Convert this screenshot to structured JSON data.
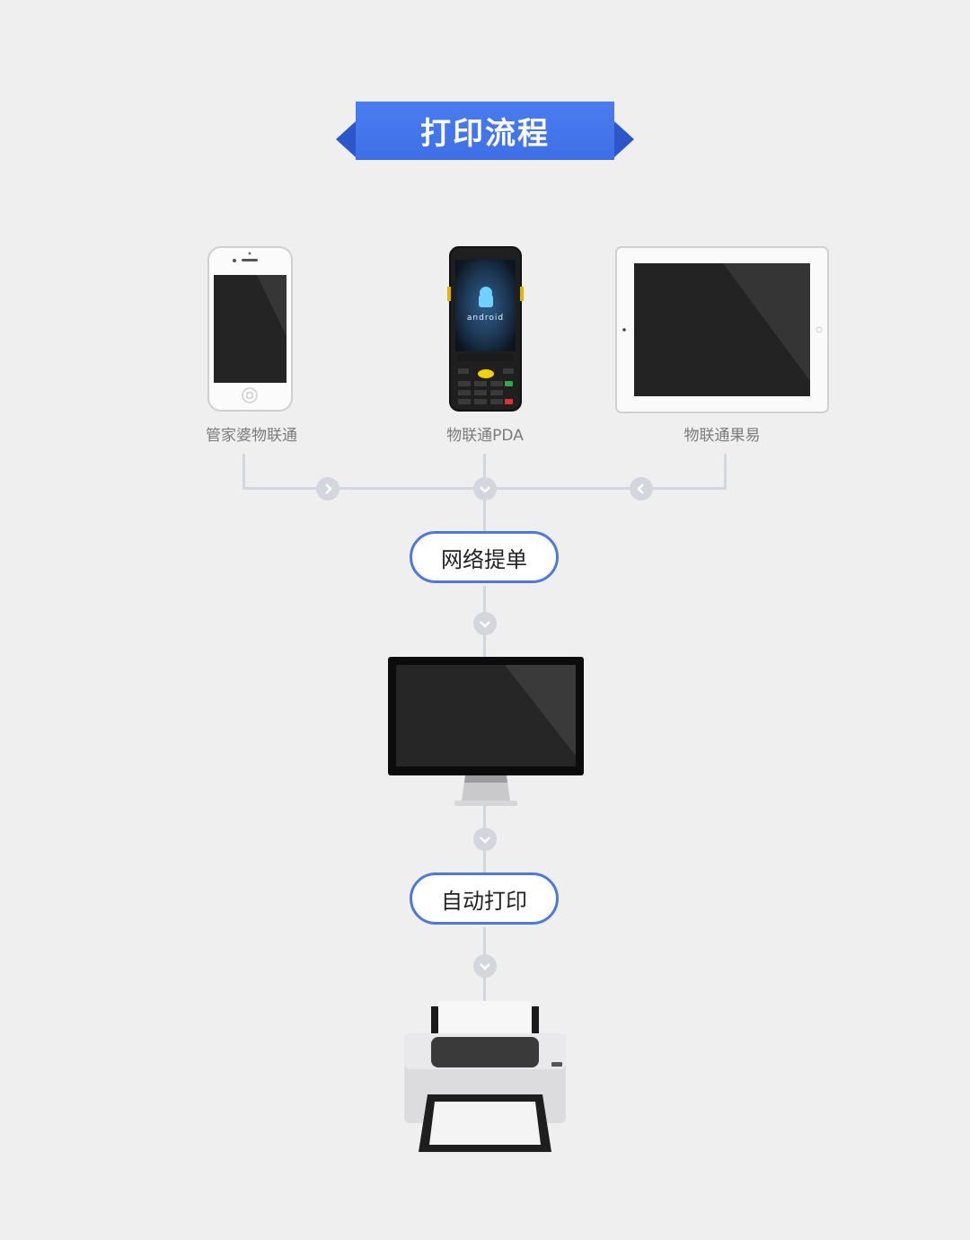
{
  "title": "打印流程",
  "devices": [
    {
      "name": "管家婆物联通",
      "icon": "smartphone-icon"
    },
    {
      "name": "物联通PDA",
      "icon": "android-pda-icon",
      "screen_text": "android"
    },
    {
      "name": "物联通果易",
      "icon": "tablet-icon"
    }
  ],
  "steps": [
    {
      "label": "网络提单"
    },
    {
      "label": "自动打印"
    }
  ],
  "endpoints": {
    "computer": "monitor-icon",
    "printer": "printer-icon"
  },
  "colors": {
    "background": "#efeff0",
    "banner": "#4a7df0",
    "banner_tip": "#2d56c9",
    "pill_border": "#4f78d8",
    "connector": "#d3d6dd"
  }
}
